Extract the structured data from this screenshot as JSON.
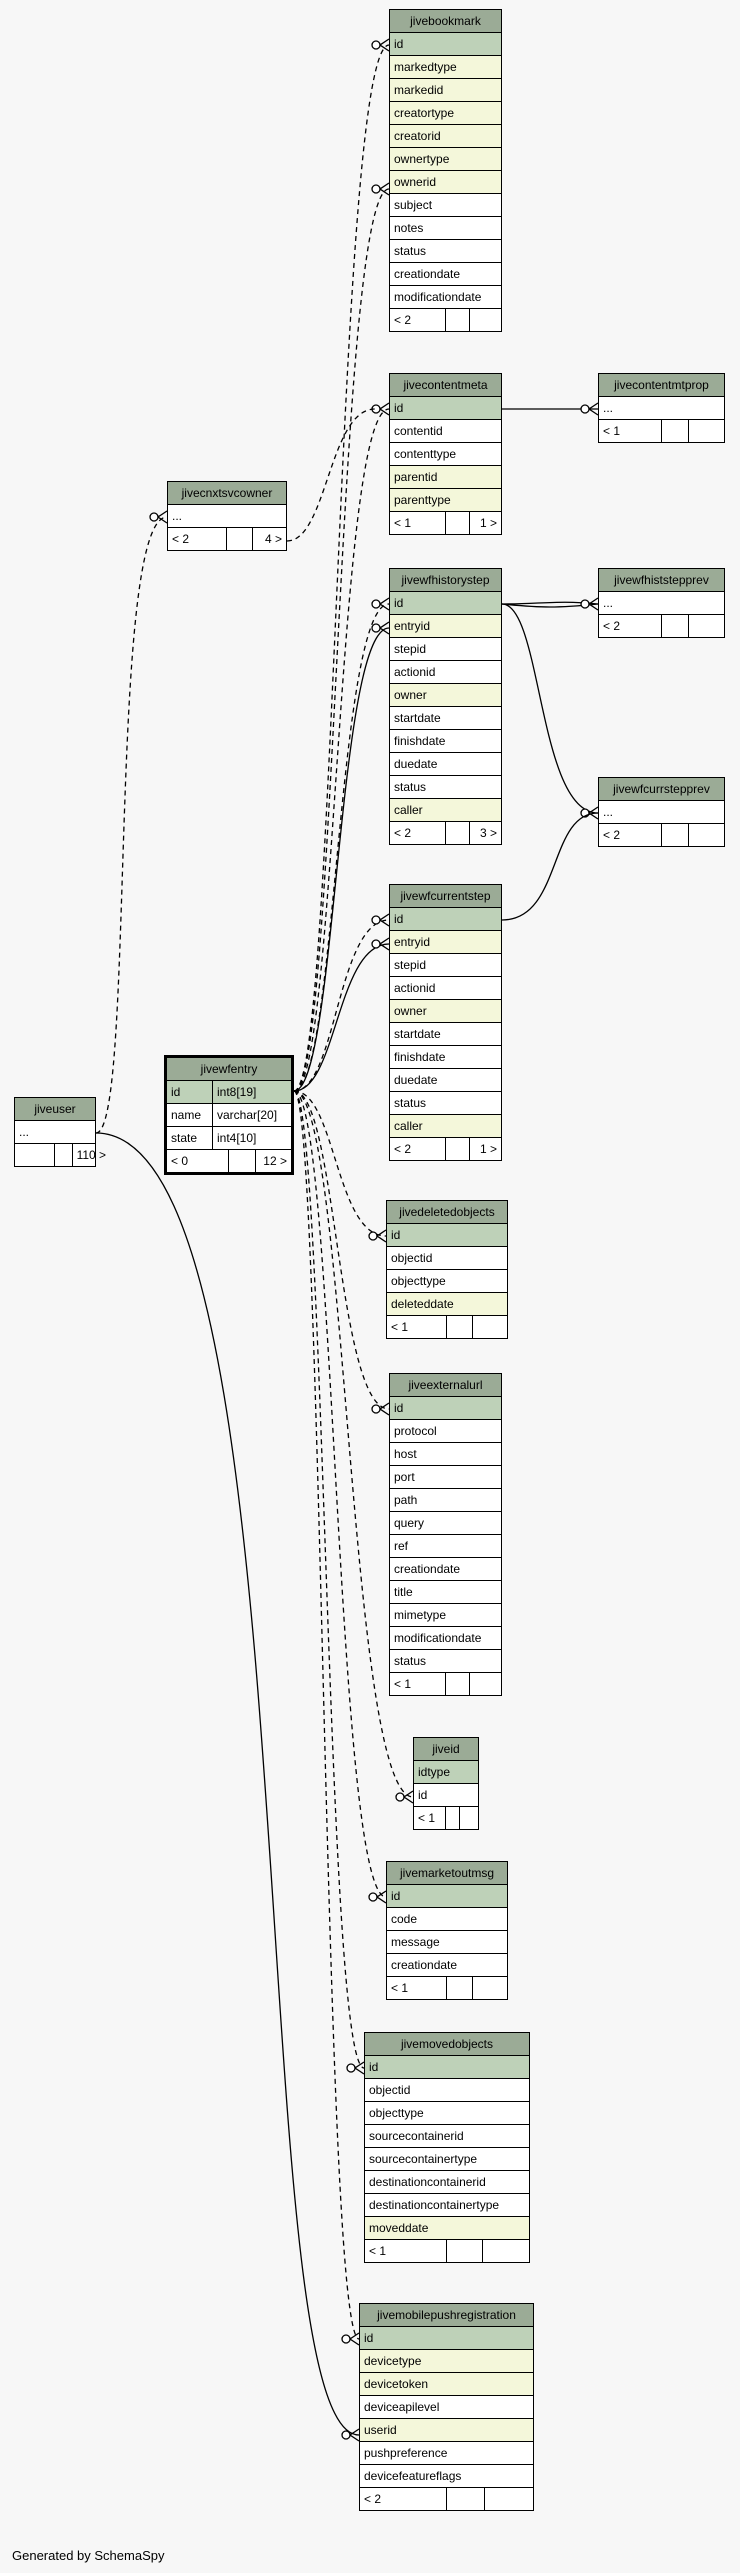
{
  "tables": {
    "jivebookmark": {
      "name": "jivebookmark",
      "rows": [
        [
          "id",
          "pk"
        ],
        [
          "markedtype",
          "fk"
        ],
        [
          "markedid",
          "fk"
        ],
        [
          "creatortype",
          "fk"
        ],
        [
          "creatorid",
          "fk"
        ],
        [
          "ownertype",
          "fk"
        ],
        [
          "ownerid",
          "fk"
        ],
        [
          "subject",
          ""
        ],
        [
          "notes",
          ""
        ],
        [
          "status",
          ""
        ],
        [
          "creationdate",
          ""
        ],
        [
          "modificationdate",
          ""
        ]
      ],
      "footer": [
        "< 2",
        "",
        ""
      ]
    },
    "jivecontentmeta": {
      "name": "jivecontentmeta",
      "rows": [
        [
          "id",
          "pk"
        ],
        [
          "contentid",
          ""
        ],
        [
          "contenttype",
          ""
        ],
        [
          "parentid",
          "fk"
        ],
        [
          "parenttype",
          "fk"
        ]
      ],
      "footer": [
        "< 1",
        "",
        "1 >"
      ]
    },
    "jivecontentmtprop": {
      "name": "jivecontentmtprop",
      "rows": [
        [
          "...",
          ""
        ]
      ],
      "footer": [
        "< 1",
        "",
        ""
      ]
    },
    "jivecnxtsvcowner": {
      "name": "jivecnxtsvcowner",
      "rows": [
        [
          "...",
          ""
        ]
      ],
      "footer": [
        "< 2",
        "",
        "4 >"
      ]
    },
    "jivewfhistorystep": {
      "name": "jivewfhistorystep",
      "rows": [
        [
          "id",
          "pk"
        ],
        [
          "entryid",
          "fk"
        ],
        [
          "stepid",
          ""
        ],
        [
          "actionid",
          ""
        ],
        [
          "owner",
          "fk"
        ],
        [
          "startdate",
          ""
        ],
        [
          "finishdate",
          ""
        ],
        [
          "duedate",
          ""
        ],
        [
          "status",
          ""
        ],
        [
          "caller",
          "fk"
        ]
      ],
      "footer": [
        "< 2",
        "",
        "3 >"
      ]
    },
    "jivewfhiststepprev": {
      "name": "jivewfhiststepprev",
      "rows": [
        [
          "...",
          ""
        ]
      ],
      "footer": [
        "< 2",
        "",
        ""
      ]
    },
    "jivewfcurrstepprev": {
      "name": "jivewfcurrstepprev",
      "rows": [
        [
          "...",
          ""
        ]
      ],
      "footer": [
        "< 2",
        "",
        ""
      ]
    },
    "jivewfcurrentstep": {
      "name": "jivewfcurrentstep",
      "rows": [
        [
          "id",
          "pk"
        ],
        [
          "entryid",
          "fk"
        ],
        [
          "stepid",
          ""
        ],
        [
          "actionid",
          ""
        ],
        [
          "owner",
          "fk"
        ],
        [
          "startdate",
          ""
        ],
        [
          "finishdate",
          ""
        ],
        [
          "duedate",
          ""
        ],
        [
          "status",
          ""
        ],
        [
          "caller",
          "fk"
        ]
      ],
      "footer": [
        "< 2",
        "",
        "1 >"
      ]
    },
    "jiveuser": {
      "name": "jiveuser",
      "rows": [
        [
          "...",
          ""
        ]
      ],
      "footer": [
        "",
        "",
        "110 >"
      ]
    },
    "jivewfentry": {
      "name": "jivewfentry",
      "grid": [
        [
          "id",
          "int8[19]",
          "pk"
        ],
        [
          "name",
          "varchar[20]",
          ""
        ],
        [
          "state",
          "int4[10]",
          ""
        ]
      ],
      "footer": [
        "< 0",
        "",
        "12 >"
      ]
    },
    "jivedeletedobjects": {
      "name": "jivedeletedobjects",
      "rows": [
        [
          "id",
          "pk"
        ],
        [
          "objectid",
          ""
        ],
        [
          "objecttype",
          ""
        ],
        [
          "deleteddate",
          "fk"
        ]
      ],
      "footer": [
        "< 1",
        "",
        ""
      ]
    },
    "jiveexternalurl": {
      "name": "jiveexternalurl",
      "rows": [
        [
          "id",
          "pk"
        ],
        [
          "protocol",
          ""
        ],
        [
          "host",
          ""
        ],
        [
          "port",
          ""
        ],
        [
          "path",
          ""
        ],
        [
          "query",
          ""
        ],
        [
          "ref",
          ""
        ],
        [
          "creationdate",
          ""
        ],
        [
          "title",
          ""
        ],
        [
          "mimetype",
          ""
        ],
        [
          "modificationdate",
          ""
        ],
        [
          "status",
          ""
        ]
      ],
      "footer": [
        "< 1",
        "",
        ""
      ]
    },
    "jiveid": {
      "name": "jiveid",
      "rows": [
        [
          "idtype",
          "pk"
        ],
        [
          "id",
          ""
        ]
      ],
      "footer": [
        "< 1",
        "",
        ""
      ]
    },
    "jivemarketoutmsg": {
      "name": "jivemarketoutmsg",
      "rows": [
        [
          "id",
          "pk"
        ],
        [
          "code",
          ""
        ],
        [
          "message",
          ""
        ],
        [
          "creationdate",
          ""
        ]
      ],
      "footer": [
        "< 1",
        "",
        ""
      ]
    },
    "jivemovedobjects": {
      "name": "jivemovedobjects",
      "rows": [
        [
          "id",
          "pk"
        ],
        [
          "objectid",
          ""
        ],
        [
          "objecttype",
          ""
        ],
        [
          "sourcecontainerid",
          ""
        ],
        [
          "sourcecontainertype",
          ""
        ],
        [
          "destinationcontainerid",
          ""
        ],
        [
          "destinationcontainertype",
          ""
        ],
        [
          "moveddate",
          "fk"
        ]
      ],
      "footer": [
        "< 1",
        "",
        ""
      ]
    },
    "jivemobilepushregistration": {
      "name": "jivemobilepushregistration",
      "rows": [
        [
          "id",
          "pk"
        ],
        [
          "devicetype",
          "fk"
        ],
        [
          "devicetoken",
          "fk"
        ],
        [
          "deviceapilevel",
          ""
        ],
        [
          "userid",
          "fk"
        ],
        [
          "pushpreference",
          ""
        ],
        [
          "devicefeatureflags",
          ""
        ]
      ],
      "footer": [
        "< 2",
        "",
        ""
      ]
    }
  },
  "generated": "Generated by SchemaSpy"
}
